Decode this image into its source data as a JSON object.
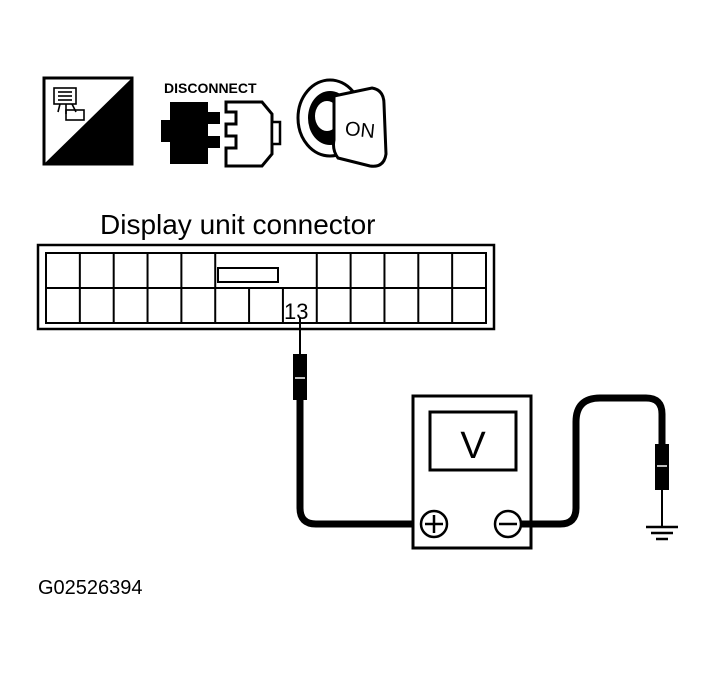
{
  "icons": {
    "harness_side": {
      "icon": "harness-side-icon",
      "label": "H.S."
    },
    "disconnect": {
      "icon": "disconnect-connector-icon",
      "label": "DISCONNECT"
    },
    "ignition": {
      "icon": "ignition-key-icon",
      "label": "ON"
    }
  },
  "connector": {
    "title": "Display unit connector",
    "terminal_label": "13"
  },
  "meter": {
    "label": "V",
    "positive_symbol": "+",
    "negative_symbol": "−"
  },
  "ground": {
    "icon": "ground-icon"
  },
  "figure_id": "G02526394"
}
